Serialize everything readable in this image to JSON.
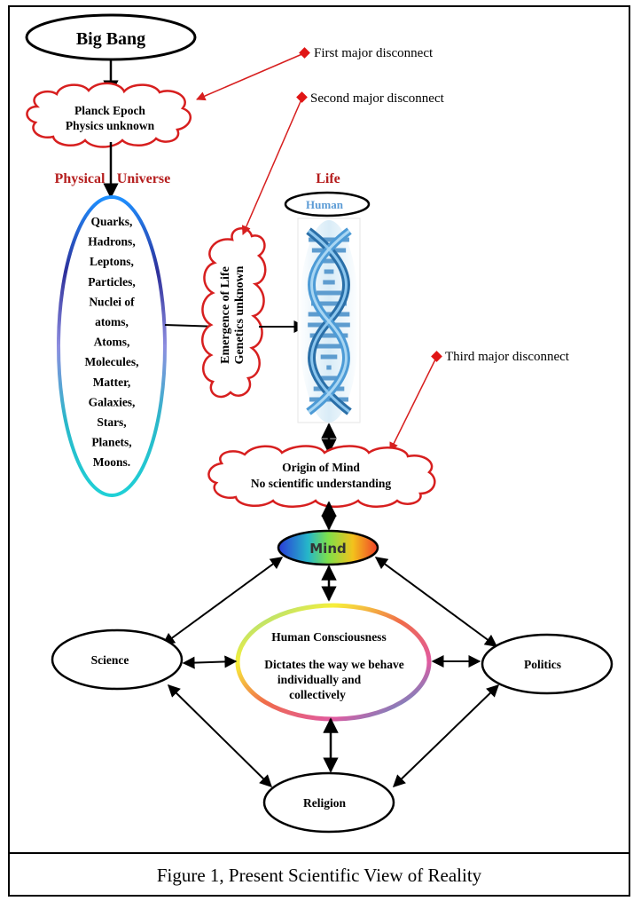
{
  "nodes": {
    "big_bang": "Big Bang",
    "planck_line1": "Planck Epoch",
    "planck_line2": "Physics unknown",
    "physical": "Physical",
    "universe": "Universe",
    "universe_items": [
      "Quarks,",
      "Hadrons,",
      "Leptons,",
      "Particles,",
      "Nuclei of",
      "atoms,",
      "Atoms,",
      "Molecules,",
      "Matter,",
      "Galaxies,",
      "Stars,",
      "Planets,",
      "Moons."
    ],
    "life": "Life",
    "human": "Human",
    "emergence_line1": "Emergence of Life",
    "emergence_line2": "Genetics unknown",
    "origin_line1": "Origin of Mind",
    "origin_line2": "No scientific understanding",
    "mind": "Mind",
    "consciousness_title": "Human Consciousness",
    "consciousness_line1": "Dictates the way we behave",
    "consciousness_line2": "individually and",
    "consciousness_line3": "collectively",
    "science": "Science",
    "politics": "Politics",
    "religion": "Religion"
  },
  "annotations": {
    "first": "First major disconnect",
    "second": "Second major disconnect",
    "third": "Third major disconnect"
  },
  "caption": "Figure 1, Present Scientific View of Reality",
  "colors": {
    "cloud_outline": "#d71f1f",
    "heading_red": "#b51e1e",
    "annotation_arrow": "#d71f1f",
    "human_text": "#5b9bd5"
  }
}
